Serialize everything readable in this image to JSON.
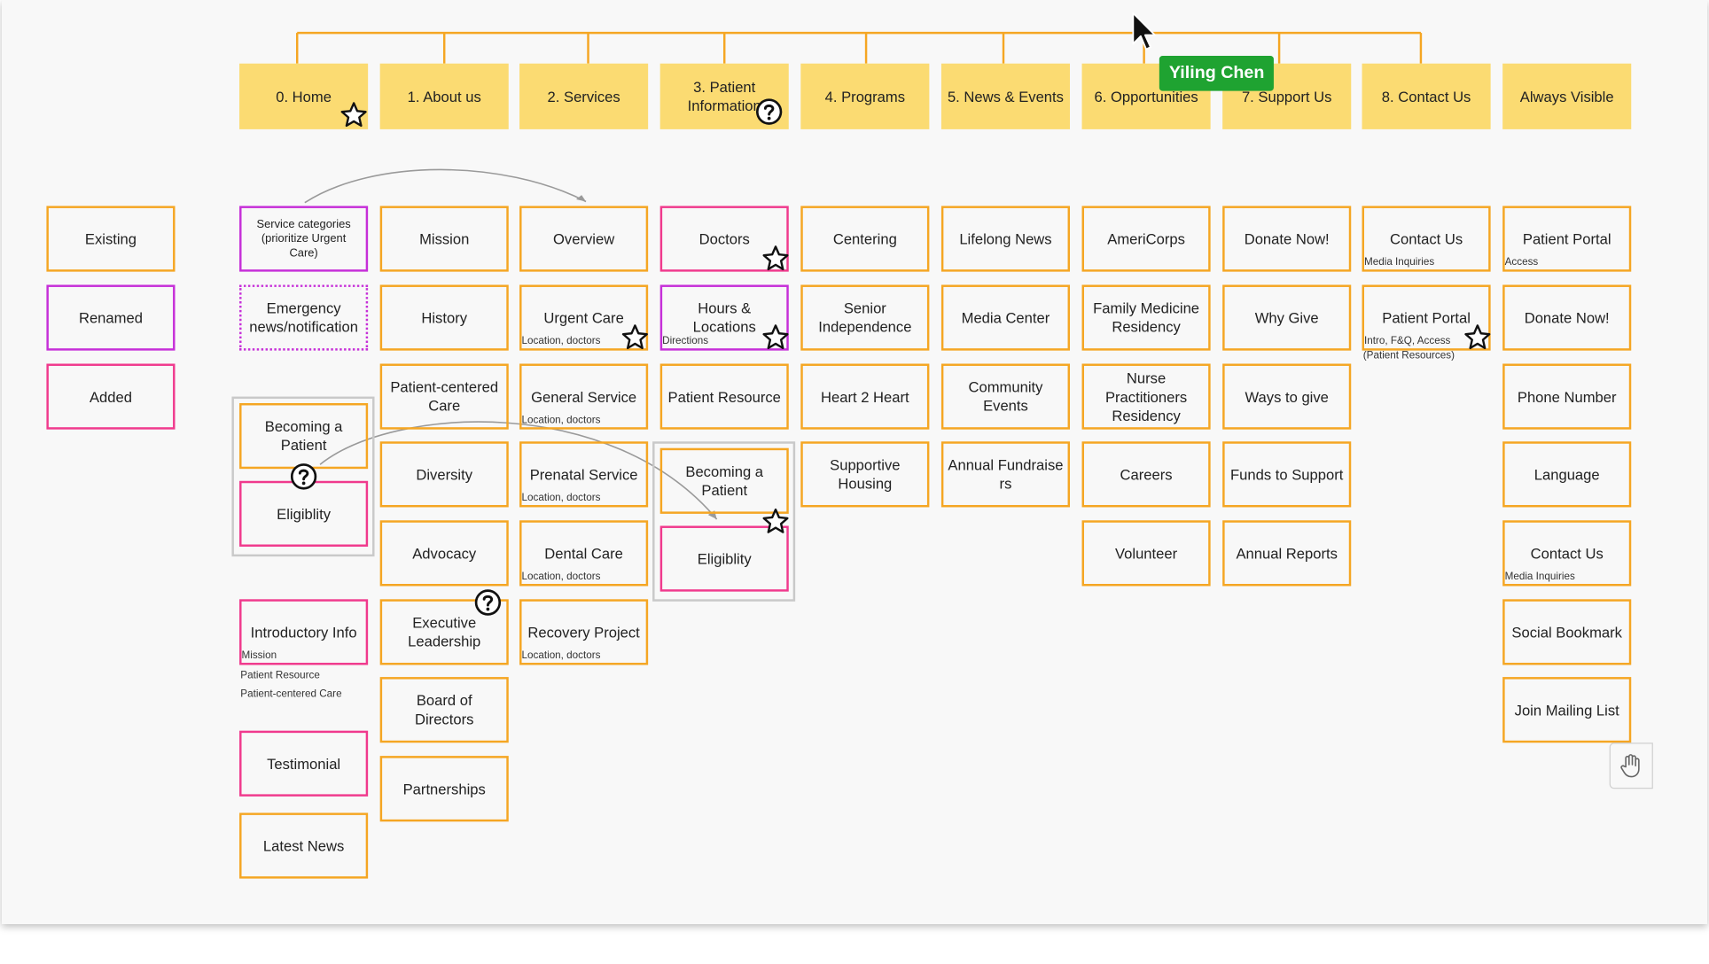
{
  "user_cursor": {
    "name": "Yiling Chen"
  },
  "legend": [
    {
      "label": "Existing",
      "kind": "existing"
    },
    {
      "label": "Renamed",
      "kind": "renamed"
    },
    {
      "label": "Added",
      "kind": "added"
    }
  ],
  "headers": [
    "0. Home",
    "1. About us",
    "2. Services",
    "3. Patient Information",
    "4. Programs",
    "5. News & Events",
    "6. Opportunities",
    "7. Support Us",
    "8. Contact Us",
    "Always Visible"
  ],
  "columns": {
    "home": [
      {
        "label": "Service categories (prioritize Urgent Care)",
        "kind": "renamed"
      },
      {
        "label": "Emergency news/notification",
        "kind": "dotted"
      },
      {
        "label": "Becoming a Patient",
        "kind": "existing"
      },
      {
        "label": "Eligiblity",
        "kind": "added"
      },
      {
        "label": "Introductory Info",
        "kind": "added",
        "note": "Mission"
      },
      {
        "label": "Testimonial",
        "kind": "added"
      },
      {
        "label": "Latest News",
        "kind": "existing"
      }
    ],
    "home_note_extra": [
      "Patient Resource",
      "Patient-centered Care"
    ],
    "about": [
      "Mission",
      "History",
      "Patient-centered Care",
      "Diversity",
      "Advocacy",
      "Executive Leadership",
      "Board of Directors",
      "Partnerships"
    ],
    "services": [
      {
        "label": "Overview"
      },
      {
        "label": "Urgent Care",
        "note": "Location, doctors"
      },
      {
        "label": "General Service",
        "note": "Location, doctors"
      },
      {
        "label": "Prenatal Service",
        "note": "Location, doctors"
      },
      {
        "label": "Dental Care",
        "note": "Location, doctors"
      },
      {
        "label": "Recovery Project",
        "note": "Location, doctors"
      }
    ],
    "patient": [
      {
        "label": "Doctors",
        "kind": "added"
      },
      {
        "label": "Hours & Locations",
        "kind": "renamed",
        "note": "Directions"
      },
      {
        "label": "Patient Resource",
        "kind": "existing"
      },
      {
        "label": "Becoming a Patient",
        "kind": "existing"
      },
      {
        "label": "Eligiblity",
        "kind": "added"
      }
    ],
    "programs": [
      "Centering",
      "Senior Independence",
      "Heart 2 Heart",
      "Supportive Housing"
    ],
    "news": [
      "Lifelong News",
      "Media Center",
      "Community Events",
      "Annual Fundraise rs"
    ],
    "opportunities": [
      "AmeriCorps",
      "Family Medicine Residency",
      "Nurse Practitioners Residency",
      "Careers",
      "Volunteer"
    ],
    "support": [
      "Donate Now!",
      "Why Give",
      "Ways to give",
      "Funds to Support",
      "Annual Reports"
    ],
    "contact": [
      {
        "label": "Contact Us",
        "note": "Media Inquiries"
      },
      {
        "label": "Patient Portal",
        "note": "Intro, F&Q, Access",
        "note2": "(Patient Resources)"
      }
    ],
    "always": [
      {
        "label": "Patient Portal",
        "note": "Access"
      },
      {
        "label": "Donate Now!"
      },
      {
        "label": "Phone Number"
      },
      {
        "label": "Language"
      },
      {
        "label": "Contact Us",
        "note": "Media Inquiries"
      },
      {
        "label": "Social Bookmark"
      },
      {
        "label": "Join Mailing List"
      }
    ]
  },
  "colors": {
    "existing": "#f5a623",
    "renamed": "#c62fd8",
    "added": "#f03a8d",
    "header_fill": "#fbdb72",
    "cursor_tag": "#1fa331"
  },
  "icons": [
    "star-icon",
    "question-icon",
    "hand-icon",
    "cursor-arrow-icon"
  ]
}
